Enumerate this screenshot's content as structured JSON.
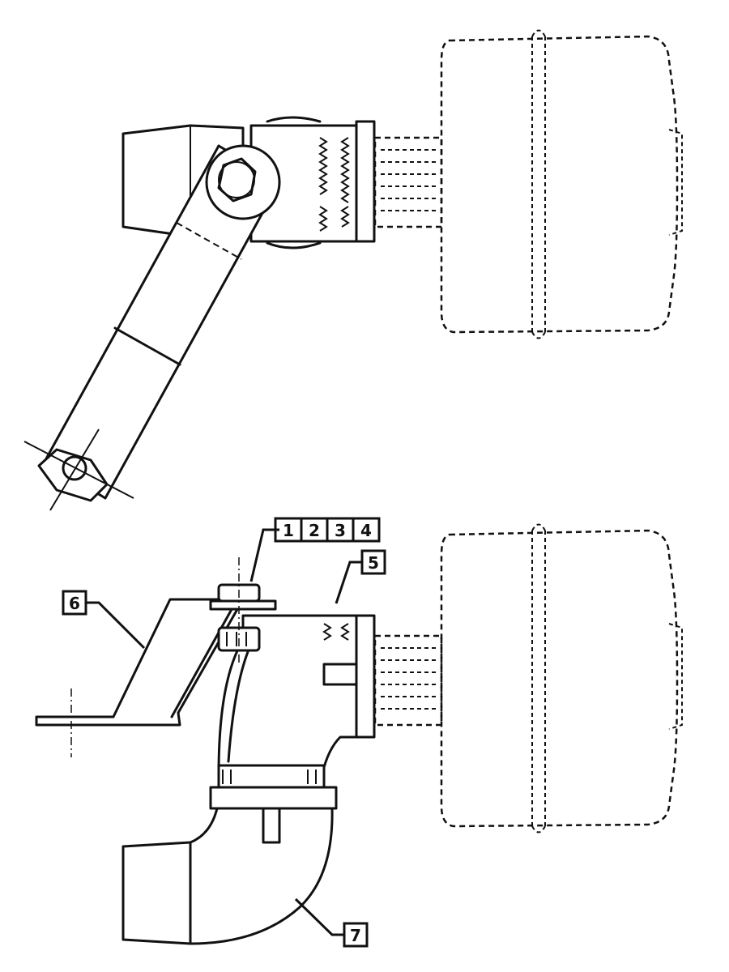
{
  "callouts": {
    "group_labels": [
      "1",
      "2",
      "3",
      "4"
    ],
    "part_5": "5",
    "part_6": "6",
    "part_7": "7"
  }
}
